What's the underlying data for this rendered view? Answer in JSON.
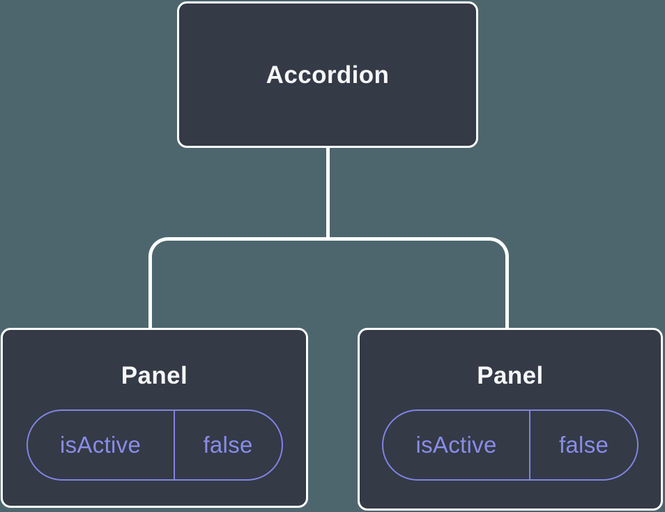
{
  "colors": {
    "background": "#4D666E",
    "node-fill": "#343A46",
    "node-border": "#FFFFFF",
    "connector": "#FFFFFF",
    "node-text": "#F6F7F9",
    "pill-border": "#8184E2",
    "pill-text": "#898CE8"
  },
  "tree": {
    "root": {
      "label": "Accordion"
    },
    "children": [
      {
        "label": "Panel",
        "state": {
          "key": "isActive",
          "value": "false"
        }
      },
      {
        "label": "Panel",
        "state": {
          "key": "isActive",
          "value": "false"
        }
      }
    ]
  }
}
